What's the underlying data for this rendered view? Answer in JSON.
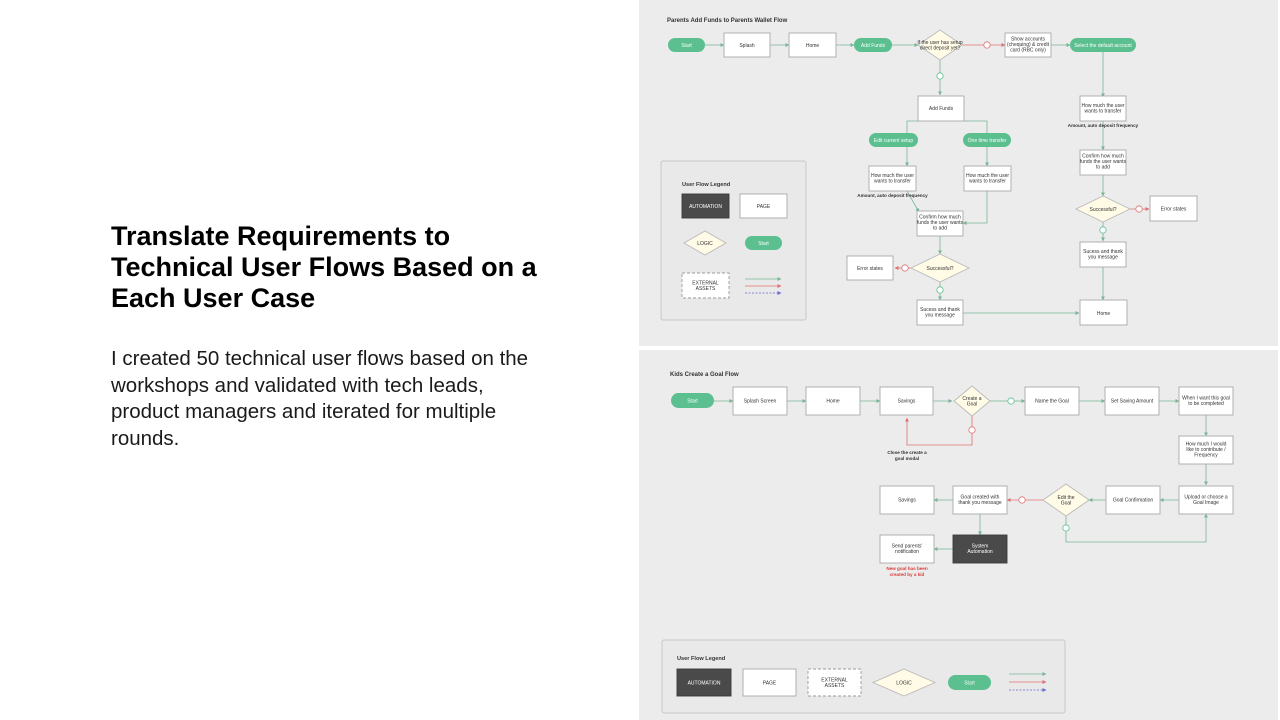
{
  "slide": {
    "title": "Translate Requirements to Technical User Flows Based on a Each User Case",
    "body": "I created 50 technical user flows based on the workshops and validated with tech leads, product managers and iterated for multiple rounds."
  },
  "flow1": {
    "title": "Parents Add Funds to Parents Wallet Flow",
    "nodes": {
      "start": "Start",
      "splash": "Splash",
      "home": "Home",
      "add_funds_pill": "Add Funds",
      "deposit_q": [
        "If the user has setup",
        "direct deposit yet?"
      ],
      "show_accounts": [
        "Show accounts",
        "(chequing) & credit",
        "card (RBC only)"
      ],
      "select_default": "Select the default account",
      "add_funds_page": "Add Funds",
      "edit_current": "Edit current setup",
      "one_time": "One time transfer",
      "how_much_left": [
        "How much the user",
        "wants to transfer"
      ],
      "how_much_mid": [
        "How much the user",
        "wants to transfer"
      ],
      "how_much_right": [
        "How much the user",
        "wants to transfer"
      ],
      "confirm_left": [
        "Confirm how much",
        "funds the user wants",
        "to add"
      ],
      "confirm_right": [
        "Confirm how much",
        "funds the user wants",
        "to add"
      ],
      "successful_left": "Successful?",
      "successful_right": "Successful?",
      "error_left": "Error states",
      "error_right": "Error states",
      "success_left": [
        "Sucess and thank",
        "you message"
      ],
      "success_right": [
        "Sucess and thank",
        "you message"
      ],
      "home_end": "Home"
    },
    "notes": {
      "freq_left": "Amount, auto deposit frequency",
      "freq_right": "Amount, auto deposit frequency"
    },
    "legend": {
      "title": "User Flow Legend",
      "automation": "AUTOMATION",
      "page": "PAGE",
      "logic": "LOGIC",
      "start": "Start",
      "external": [
        "EXTERNAL",
        "ASSETS"
      ]
    }
  },
  "flow2": {
    "title": "Kids Create a Goal Flow",
    "nodes": {
      "start": "Start",
      "splash": "Splash Screen",
      "home": "Home",
      "savings": "Savings",
      "create_goal_q": [
        "Create a",
        "Goal"
      ],
      "name_goal": "Name the Goal",
      "set_amount": "Set Saving Amount",
      "when_complete": [
        "When I want this goal",
        "to be completed"
      ],
      "how_much_contribute": [
        "How much I would",
        "like to contribute /",
        "Frequency"
      ],
      "upload_image": [
        "Upload or choose a",
        "Goal Image"
      ],
      "goal_confirmation": "Goal Confirmation",
      "edit_goal_q": [
        "Edit the",
        "Goal"
      ],
      "goal_created": [
        "Goal created with",
        "thank you message"
      ],
      "savings_end": "Savings",
      "system_automation": [
        "System",
        "Automation"
      ],
      "send_notification": [
        "Send parents'",
        "notification"
      ]
    },
    "notes": {
      "close_modal": [
        "Close the create a",
        "goal modal"
      ],
      "new_goal": [
        "New goal has been",
        "created by a kid"
      ]
    },
    "legend": {
      "title": "User Flow Legend",
      "automation": "AUTOMATION",
      "page": "PAGE",
      "external": [
        "EXTERNAL",
        "ASSETS"
      ],
      "logic": "LOGIC",
      "start": "Start"
    }
  },
  "colors": {
    "start_green": "#5bbf90",
    "reject_red": "#e07070",
    "dark_node": "#4a4a4a",
    "panel_bg": "#ececec"
  }
}
